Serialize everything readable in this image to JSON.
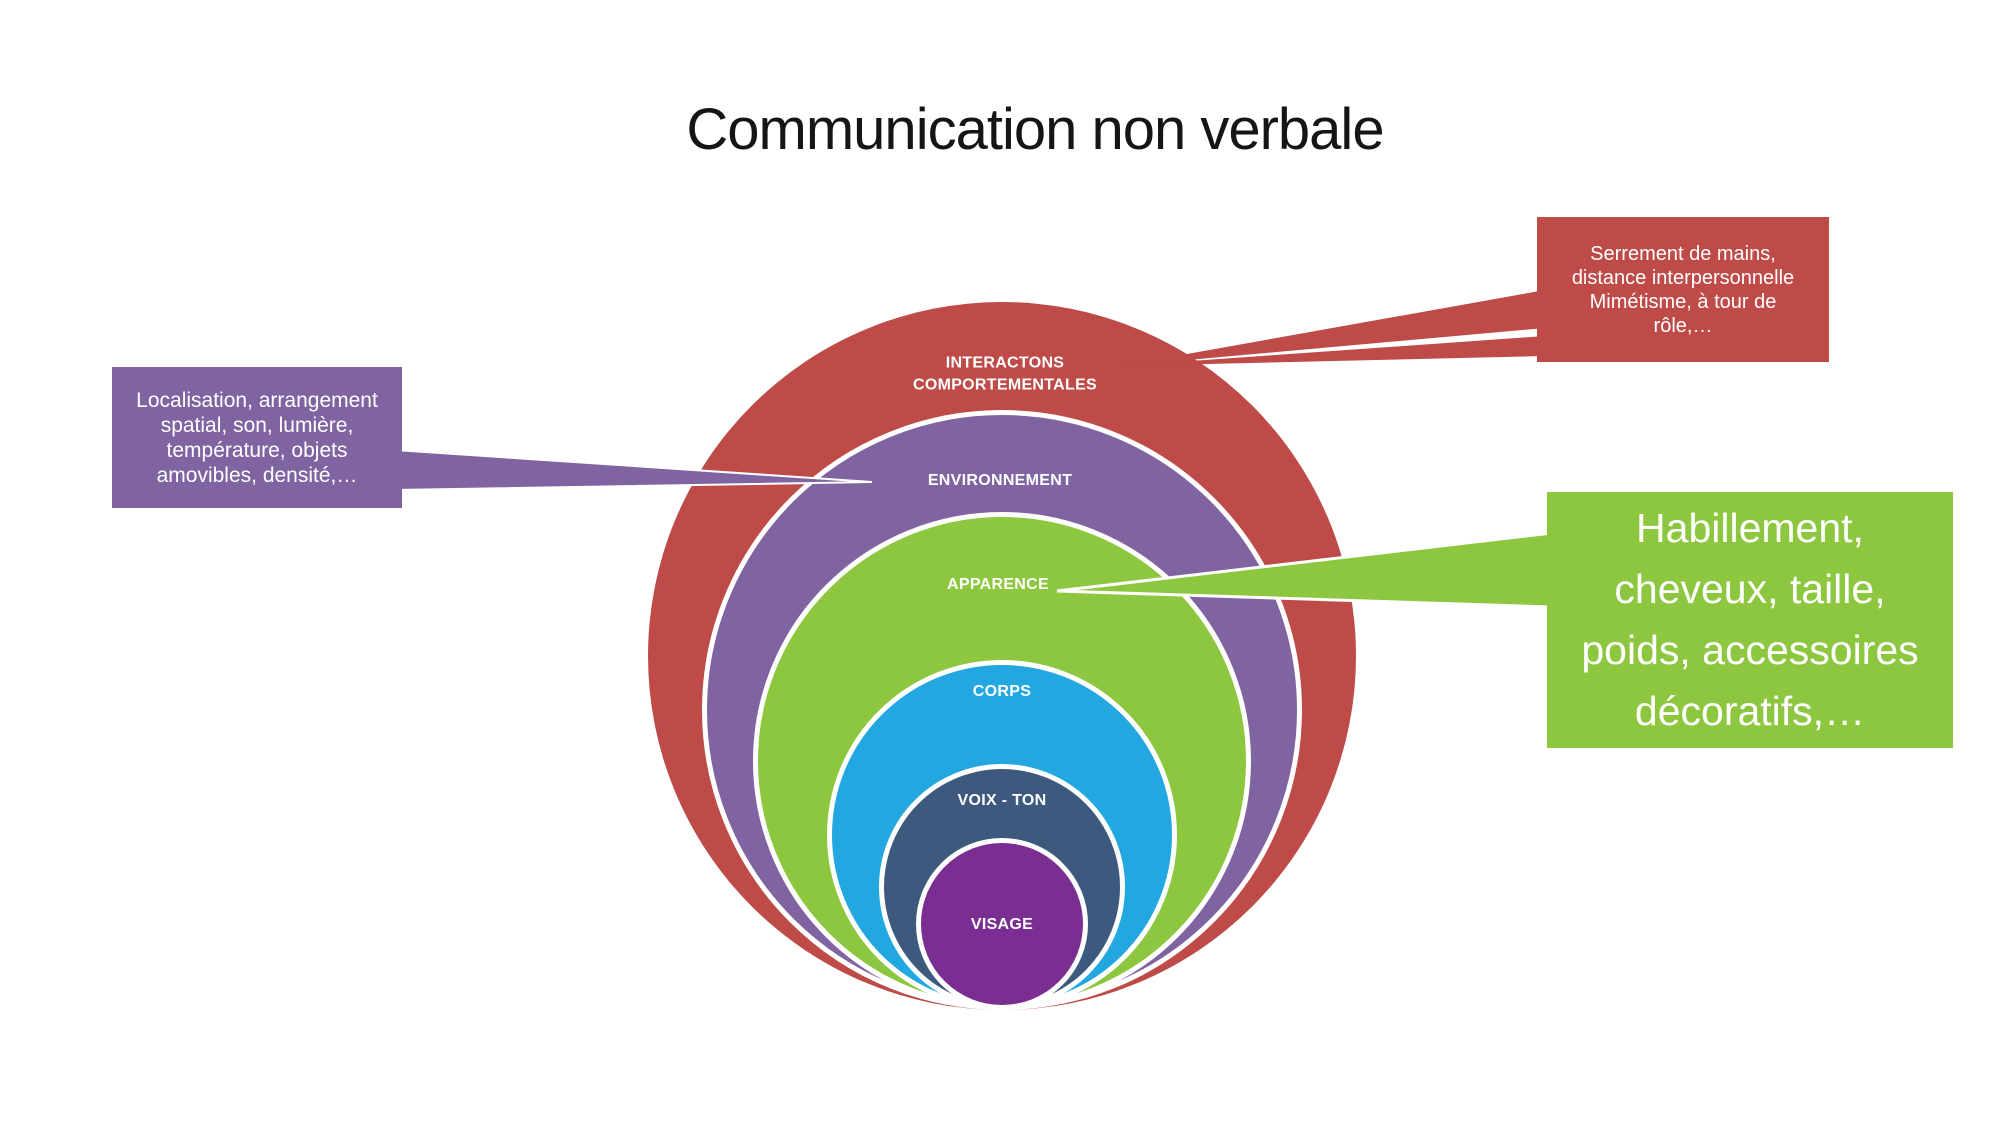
{
  "slide": {
    "title": "Communication non verbale"
  },
  "diagram": {
    "type": "nested-circles",
    "rings": [
      {
        "id": "interactions",
        "label": "INTERACTONS\nCOMPORTEMENTALES",
        "color": "#BE4B48"
      },
      {
        "id": "environnement",
        "label": "ENVIRONNEMENT",
        "color": "#8064A2"
      },
      {
        "id": "apparence",
        "label": "APPARENCE",
        "color": "#8DC63F"
      },
      {
        "id": "corps",
        "label": "CORPS",
        "color": "#22A7E0"
      },
      {
        "id": "voix-ton",
        "label": "VOIX - TON",
        "color": "#3D5A7E"
      },
      {
        "id": "visage",
        "label": "VISAGE",
        "color": "#7A2E91"
      }
    ]
  },
  "callouts": [
    {
      "id": "interactions",
      "color": "#BE4B48",
      "text": "Serrement de mains,\ndistance interpersonnelle\nMimétisme, à tour de\nrôle,…"
    },
    {
      "id": "environnement",
      "color": "#8064A2",
      "text": "Localisation, arrangement\nspatial, son, lumière,\ntempérature, objets\namovibles, densité,…"
    },
    {
      "id": "apparence",
      "color": "#8DC63F",
      "text": "Habillement,\ncheveux, taille,\npoids, accessoires\ndécoratifs,…"
    }
  ]
}
